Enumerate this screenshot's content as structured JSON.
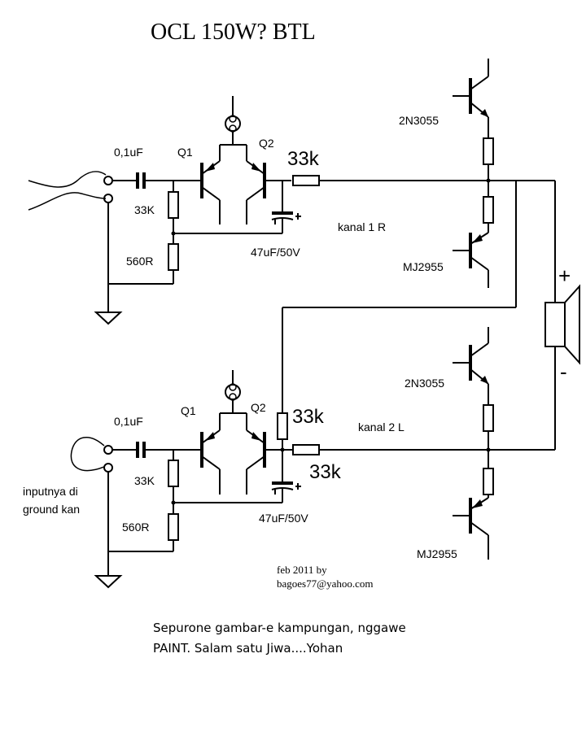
{
  "title": "OCL 150W? BTL",
  "channel1": {
    "cap_in": "0,1uF",
    "q1": "Q1",
    "q2": "Q2",
    "r_feedback": "33k",
    "r_bias": "33K",
    "r_ground": "560R",
    "cap_fb": "47uF/50V",
    "channel_label": "kanal 1 R",
    "top_transistor": "2N3055",
    "bottom_transistor": "MJ2955"
  },
  "channel2": {
    "cap_in": "0,1uF",
    "q1": "Q1",
    "q2": "Q2",
    "r_feedback_top": "33k",
    "r_feedback_out": "33k",
    "r_bias": "33K",
    "r_ground": "560R",
    "cap_fb": "47uF/50V",
    "channel_label": "kanal 2 L",
    "top_transistor": "2N3055",
    "bottom_transistor": "MJ2955",
    "input_note_line1": "inputnya di",
    "input_note_line2": "ground kan"
  },
  "speaker": {
    "plus": "+",
    "minus": "-"
  },
  "credit": {
    "line1": "feb 2011 by",
    "line2": "bagoes77@yahoo.com"
  },
  "footer": {
    "line1": "Sepurone gambar-e kampungan, nggawe",
    "line2": "PAINT. Salam satu Jiwa....Yohan"
  }
}
